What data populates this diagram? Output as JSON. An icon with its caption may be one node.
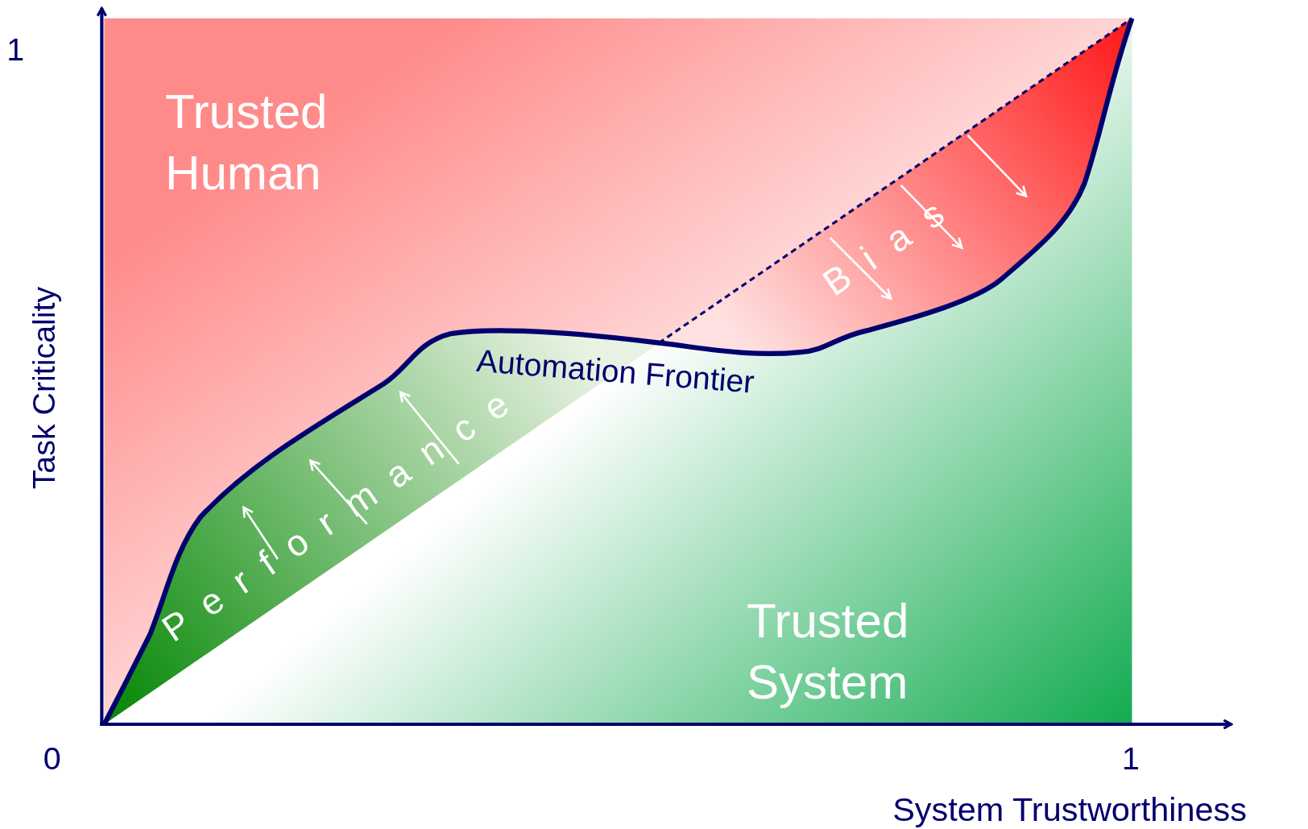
{
  "diagram": {
    "labels": [
      "1",
      "Trusted Human",
      "Bias",
      "Automation Frontier",
      "Task Criticality",
      "Performance",
      "Trusted System",
      "0",
      "1",
      "System Trustworthiness"
    ]
  }
}
